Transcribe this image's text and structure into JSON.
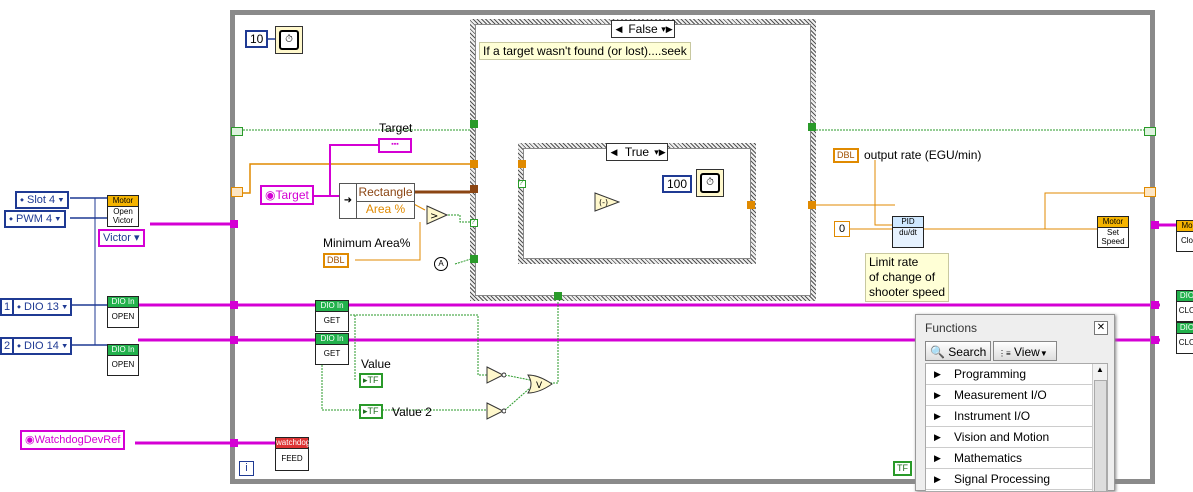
{
  "loop": {
    "iteration_wait_ms": "10",
    "info_icon": "i"
  },
  "outer_case": {
    "selector": "False",
    "comment": "If a target wasn't found (or lost)....seek"
  },
  "inner_case": {
    "selector": "True",
    "wait_ms": "100"
  },
  "left_controls": {
    "slot": "Slot 4",
    "pwm": "PWM 4",
    "motor_type": "Victor",
    "dio13_index": "1",
    "dio13": "DIO 13",
    "dio14_index": "2",
    "dio14": "DIO 14",
    "watchdog": "WatchdogDevRef"
  },
  "vis": {
    "motor_open_title": "Motor",
    "motor_open_text": "Open Victor",
    "dio_open_title": "DIO In",
    "dio_open_text": "OPEN",
    "dio_get_title": "DIO In",
    "dio_get_text": "GET",
    "watchdog_title": "watchdog",
    "watchdog_text": "FEED",
    "motor_set_title": "Motor",
    "motor_set_text": "Set Speed",
    "pid_title": "PID",
    "pid_text": "du/dt",
    "motor_close_title": "Mo",
    "motor_close_text": "Clo",
    "dio_close_title": "DIO",
    "dio_close_text": "CLO"
  },
  "nodes": {
    "target_label": "Target",
    "target_ref": "Target",
    "unbundle_top": "Rectangle",
    "unbundle_bottom": "Area %",
    "min_area_label": "Minimum Area%",
    "dbl": "DBL",
    "output_rate_label": "output rate (EGU/min)",
    "zero_const": "0",
    "pid_comment": "Limit rate\nof change of\nshooter speed",
    "value_label": "Value",
    "value2_label": "Value 2",
    "tf": "TF",
    "tf_partial": "TF"
  },
  "functions_palette": {
    "title": "Functions",
    "search_label": "Search",
    "view_label": "View",
    "items": [
      {
        "label": "Programming"
      },
      {
        "label": "Measurement I/O"
      },
      {
        "label": "Instrument I/O"
      },
      {
        "label": "Vision and Motion"
      },
      {
        "label": "Mathematics"
      },
      {
        "label": "Signal Processing"
      }
    ]
  },
  "colors": {
    "wire_orange": "#e08a00",
    "wire_pink": "#d400d4",
    "wire_blue": "#1f3a93",
    "wire_green": "#2a9a2a",
    "loop_frame": "#8a8a8a"
  }
}
